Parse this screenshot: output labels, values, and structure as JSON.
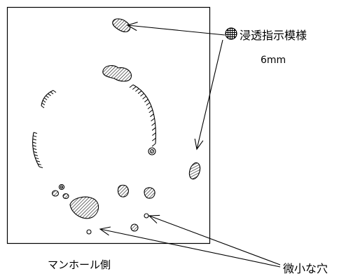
{
  "legend": {
    "label": "浸透指示模様",
    "size": "6mm",
    "icon": "hatched-circle-icon"
  },
  "labels": {
    "manhole_side": "マンホール側",
    "small_hole": "微小な穴"
  },
  "colors": {
    "ink": "#000000",
    "background": "#ffffff"
  }
}
